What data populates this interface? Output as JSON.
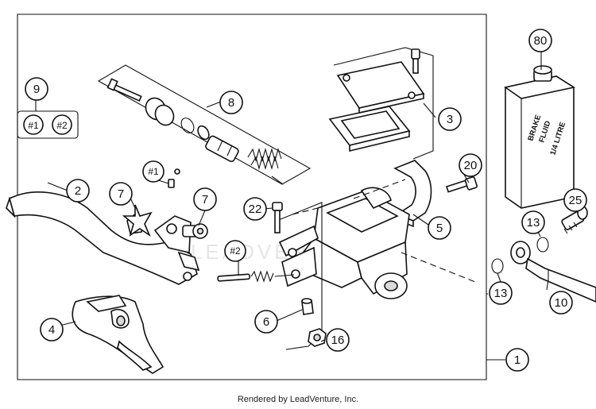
{
  "callouts": {
    "c1": "1",
    "c2": "2",
    "c3": "3",
    "c4": "4",
    "c5": "5",
    "c6": "6",
    "c7a": "7",
    "c7b": "7",
    "c8": "8",
    "c9": "9",
    "c10": "10",
    "c13a": "13",
    "c13b": "13",
    "c16": "16",
    "c20": "20",
    "c22": "22",
    "c25": "25",
    "c80": "80",
    "sub1_box": "#1",
    "sub2_box": "#2",
    "sub1_part": "#1",
    "sub2_part": "#2"
  },
  "bottle": {
    "line1": "BRAKE",
    "line2": "FLUID",
    "line3": "1/4 LITRE"
  },
  "watermark": "LEADVENTURE",
  "footer": "Rendered by LeadVenture, Inc."
}
